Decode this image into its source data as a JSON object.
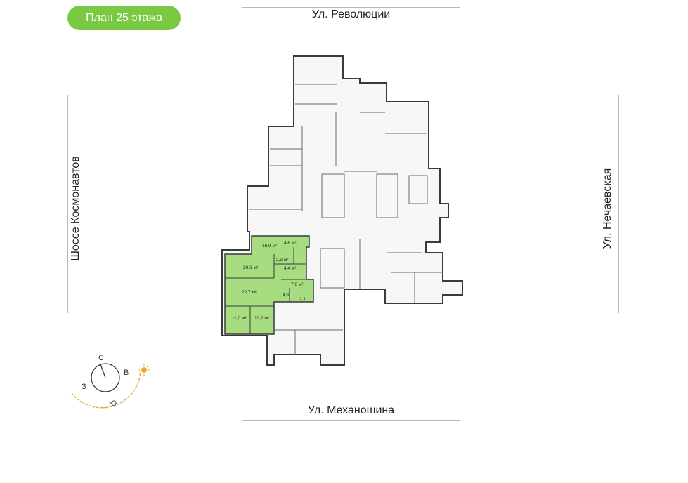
{
  "floor_badge": "План 25 этажа",
  "streets": {
    "top": "Ул. Революции",
    "bottom": "Ул. Механошина",
    "left": "Шоссе Космонавтов",
    "right": "Ул. Нечаевская"
  },
  "compass": {
    "north": "С",
    "east": "В",
    "south": "Ю",
    "west": "З"
  },
  "apartment": {
    "highlight_color": "#a8dc80",
    "rooms": [
      "16,9 м²",
      "4,6 м²",
      "2,3 м²",
      "20,3 м²",
      "4,4 м²",
      "7,0 м²",
      "22,7 м²",
      "4,8",
      "2,1",
      "11,0 м²",
      "12,2 м²"
    ]
  },
  "colors": {
    "accent": "#7ac943",
    "sun": "#f5a623"
  }
}
